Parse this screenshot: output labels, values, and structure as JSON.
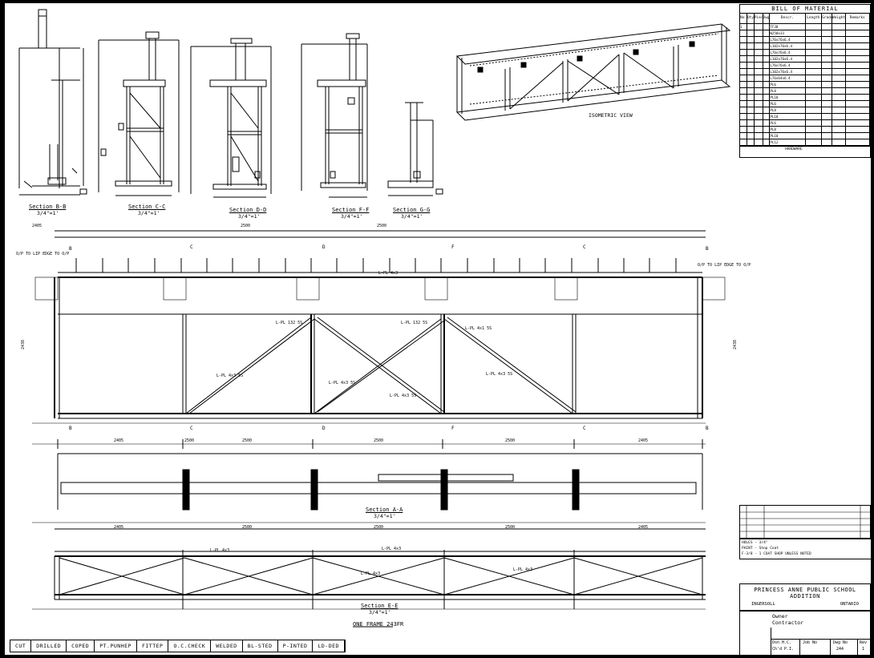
{
  "sections": {
    "b": {
      "title": "Section B-B",
      "scale": "3/4\"=1'"
    },
    "c": {
      "title": "Section C-C",
      "scale": "3/4\"=1'"
    },
    "d": {
      "title": "Section D-D",
      "scale": "3/4\"=1'"
    },
    "f": {
      "title": "Section F-F",
      "scale": "3/4\"=1'"
    },
    "g": {
      "title": "Section G-G",
      "scale": "3/4\"=1'"
    },
    "a": {
      "title": "Section A-A",
      "scale": "3/4\"=1'"
    },
    "e": {
      "title": "Section E-E",
      "scale": "3/4\"=1'"
    }
  },
  "iso_label": "ISOMETRIC VIEW",
  "bom": {
    "title": "BILL OF MATERIAL",
    "headers": [
      "No.",
      "Qty",
      "Piece",
      "Dwg",
      "Descr.",
      "Length",
      "Grade",
      "Weight",
      "Remarks"
    ],
    "rows": [
      [
        "1",
        "",
        "",
        "",
        "TF38",
        "",
        "",
        "",
        ""
      ],
      [
        "",
        "",
        "",
        "",
        "W250x33",
        "",
        "",
        "",
        ""
      ],
      [
        "",
        "",
        "",
        "",
        "L76x76x6.4",
        "",
        "",
        "",
        ""
      ],
      [
        "",
        "",
        "",
        "",
        "L102x76x6.4",
        "",
        "",
        "",
        ""
      ],
      [
        "",
        "",
        "",
        "",
        "L76x76x6.4",
        "",
        "",
        "",
        ""
      ],
      [
        "",
        "",
        "",
        "",
        "L102x76x6.4",
        "",
        "",
        "",
        ""
      ],
      [
        "",
        "",
        "",
        "",
        "L76x76x6.4",
        "",
        "",
        "",
        ""
      ],
      [
        "",
        "",
        "",
        "",
        "L102x76x6.4",
        "",
        "",
        "",
        ""
      ],
      [
        "",
        "",
        "",
        "",
        "L76x64x6.4",
        "",
        "",
        "",
        ""
      ],
      [
        "",
        "",
        "",
        "",
        "PL6",
        "",
        "",
        "",
        ""
      ],
      [
        "",
        "",
        "",
        "",
        "PL8",
        "",
        "",
        "",
        ""
      ],
      [
        "",
        "",
        "",
        "",
        "PL10",
        "",
        "",
        "",
        ""
      ],
      [
        "",
        "",
        "",
        "",
        "PL6",
        "",
        "",
        "",
        ""
      ],
      [
        "",
        "",
        "",
        "",
        "PL8",
        "",
        "",
        "",
        ""
      ],
      [
        "",
        "",
        "",
        "",
        "PL10",
        "",
        "",
        "",
        ""
      ],
      [
        "",
        "",
        "",
        "",
        "PL6",
        "",
        "",
        "",
        ""
      ],
      [
        "",
        "",
        "",
        "",
        "PL8",
        "",
        "",
        "",
        ""
      ],
      [
        "",
        "",
        "",
        "",
        "PL10",
        "",
        "",
        "",
        ""
      ],
      [
        "",
        "",
        "",
        "",
        "PL12",
        "",
        "",
        "",
        ""
      ]
    ],
    "hardware_label": "HARDWARE"
  },
  "elevation": {
    "dims_bottom": [
      "2405",
      "2500",
      "2500",
      "2500",
      "2405"
    ],
    "height": "2438"
  },
  "title_block": {
    "project_line1": "PRINCESS ANNE PUBLIC SCHOOL",
    "project_line2": "ADDITION",
    "city": "INGERSOLL",
    "province": "ONTARIO",
    "owner_label": "Owner",
    "contractor_label": "Contractor",
    "drawn_label": "Dsn H.C.",
    "checked_label": "Ch'd P.I.",
    "job_label": "Job No",
    "dwg_label": "Dwg No",
    "dwg_no": "244",
    "rev_label": "Rev",
    "rev_no": "1",
    "frame_title": "ONE FRAME 243FR",
    "notes": [
      "HOLES - 3/4\"",
      "PAINT - Shop Coat",
      "F-3/8 - 1 COAT SHOP UNLESS NOTED"
    ]
  },
  "status_bar": [
    "CUT",
    "DRILLED",
    "COPED",
    "PT.PUNHEP",
    "FITTEP",
    "O.C.CHECK",
    "WELDED",
    "BL-STED",
    "P-INTED",
    "LD-DED"
  ]
}
